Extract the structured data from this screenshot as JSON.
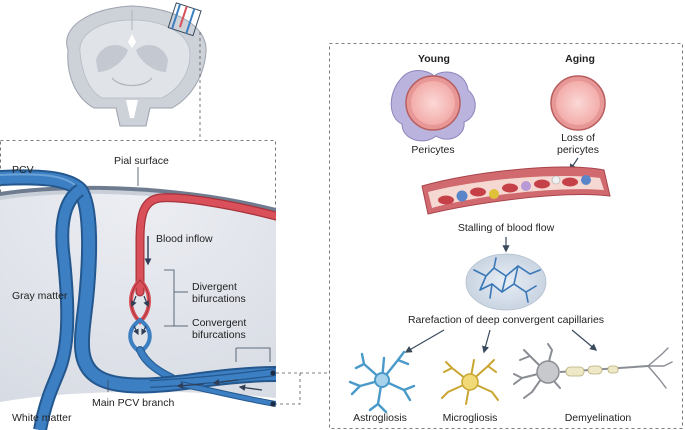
{
  "left_panel": {
    "labels": {
      "pcv": "PCV",
      "pial_surface": "Pial surface",
      "blood_inflow": "Blood inflow",
      "divergent": [
        "Divergent",
        "bifurcations"
      ],
      "convergent": [
        "Convergent",
        "bifurcations"
      ],
      "gray_matter": "Gray matter",
      "main_pcv_branch": "Main PCV branch",
      "white_matter": "White matter"
    }
  },
  "right_panel": {
    "young": "Young",
    "aging": "Aging",
    "pericytes": "Pericytes",
    "loss_of_pericytes": [
      "Loss of",
      "pericytes"
    ],
    "stalling": "Stalling of blood flow",
    "rarefaction": "Rarefaction of deep convergent capillaries",
    "outcomes": [
      "Astrogliosis",
      "Microgliosis",
      "Demyelination"
    ]
  },
  "colors": {
    "vein_blue": "#3c7fc2",
    "artery_red": "#d9505a",
    "pericyte_lavender": "#b9b3dd",
    "gray_matter": "#e3e6ec",
    "astrocyte": "#4a9ac9",
    "microglia": "#d4b23c",
    "neuron_gray": "#8a8d93"
  }
}
